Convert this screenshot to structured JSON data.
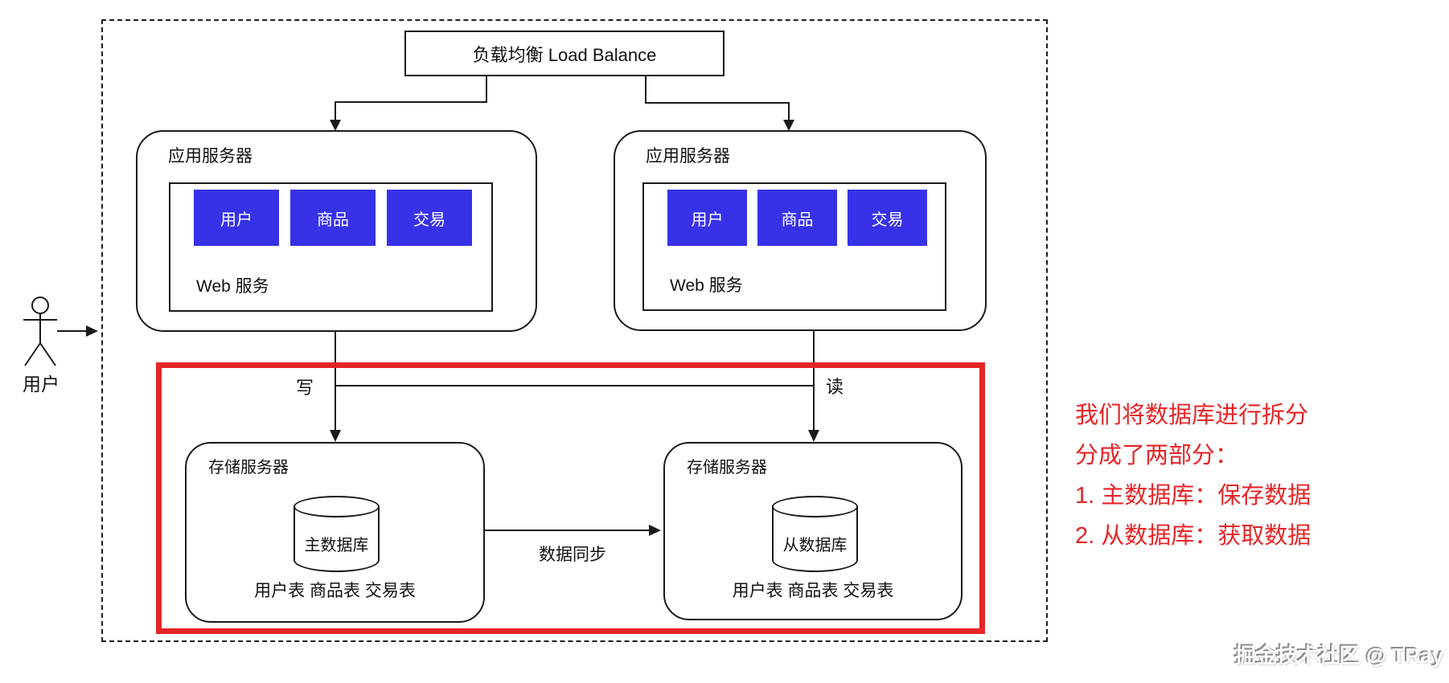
{
  "colors": {
    "module_blue": "#3732e8",
    "accent_red": "#e52527",
    "line": "#1a1a1a"
  },
  "actor": {
    "label": "用户"
  },
  "load_balancer": {
    "label": "负载均衡 Load Balance"
  },
  "app_servers": [
    {
      "title": "应用服务器",
      "modules": [
        "用户",
        "商品",
        "交易"
      ],
      "inner_label": "Web 服务"
    },
    {
      "title": "应用服务器",
      "modules": [
        "用户",
        "商品",
        "交易"
      ],
      "inner_label": "Web 服务"
    }
  ],
  "storage_servers": [
    {
      "title": "存储服务器",
      "database": "主数据库",
      "tables": "用户表 商品表 交易表"
    },
    {
      "title": "存储服务器",
      "database": "从数据库",
      "tables": "用户表 商品表 交易表"
    }
  ],
  "edges": {
    "write": "写",
    "read": "读",
    "sync": "数据同步"
  },
  "annotation": {
    "lines": [
      "我们将数据库进行拆分",
      "分成了两部分：",
      "1. 主数据库：保存数据",
      "2. 从数据库：获取数据"
    ]
  },
  "watermark": "掘金技术社区 @ TRay"
}
